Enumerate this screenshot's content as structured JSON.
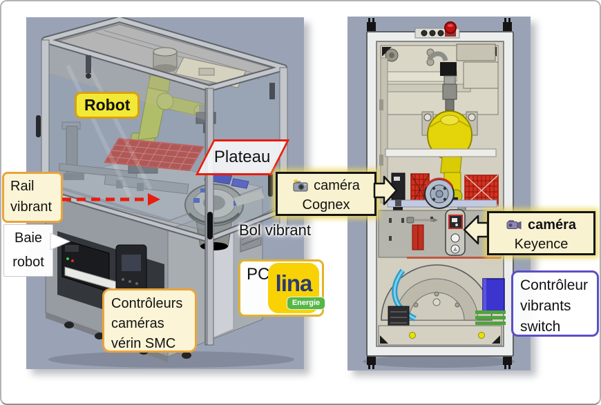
{
  "page": {
    "background": "#ffffff",
    "border_color": "#b3b3b3"
  },
  "panels": {
    "left_machine": {
      "description": "isometric CAD view of robot cell",
      "background": "#9aa3b6"
    },
    "right_machine": {
      "description": "top CAD view of robot cell",
      "background": "#9aa3b6"
    }
  },
  "annotations": {
    "robot": {
      "text": "Robot",
      "bg": "#f2e836",
      "border": "#d8a010"
    },
    "plateau": {
      "text": "Plateau",
      "border": "#ea1c0d"
    },
    "rail_vibrant": {
      "lines": [
        "Rail",
        "vibrant"
      ],
      "bg": "#fbf4d6",
      "border": "#e9a43b"
    },
    "baie_robot": {
      "lines": [
        "Baie",
        "robot"
      ],
      "bg": "#ffffff"
    },
    "controleurs": {
      "lines": [
        "Contrôleurs",
        "caméras",
        "vérin SMC"
      ],
      "bg": "#fbf4d6",
      "border": "#e9a43b"
    },
    "bol_vibrant": {
      "text": "Bol vibrant"
    },
    "pc": {
      "text": "PC",
      "card_border": "#e2b32a"
    },
    "lina_logo": {
      "brand": "lina",
      "tagline": "Energie",
      "bg": "#f9d204",
      "brand_color": "#2b3a71",
      "tagline_bg": "#55b747"
    },
    "camera_cognex": {
      "lines": [
        "caméra",
        "Cognex"
      ],
      "bg": "#f9f2d0",
      "border": "#141414",
      "icon": "photo-camera-icon"
    },
    "camera_keyence": {
      "lines": [
        "caméra",
        "Keyence"
      ],
      "bg": "#f9f2d0",
      "border": "#141414",
      "icon": "video-camera-icon"
    },
    "controleur_vibrants": {
      "lines": [
        "Contrôleur",
        "vibrants",
        "switch"
      ],
      "bg": "#ffffff",
      "border": "#5a4ec8"
    },
    "arrow_color": "#ea1c0d"
  }
}
